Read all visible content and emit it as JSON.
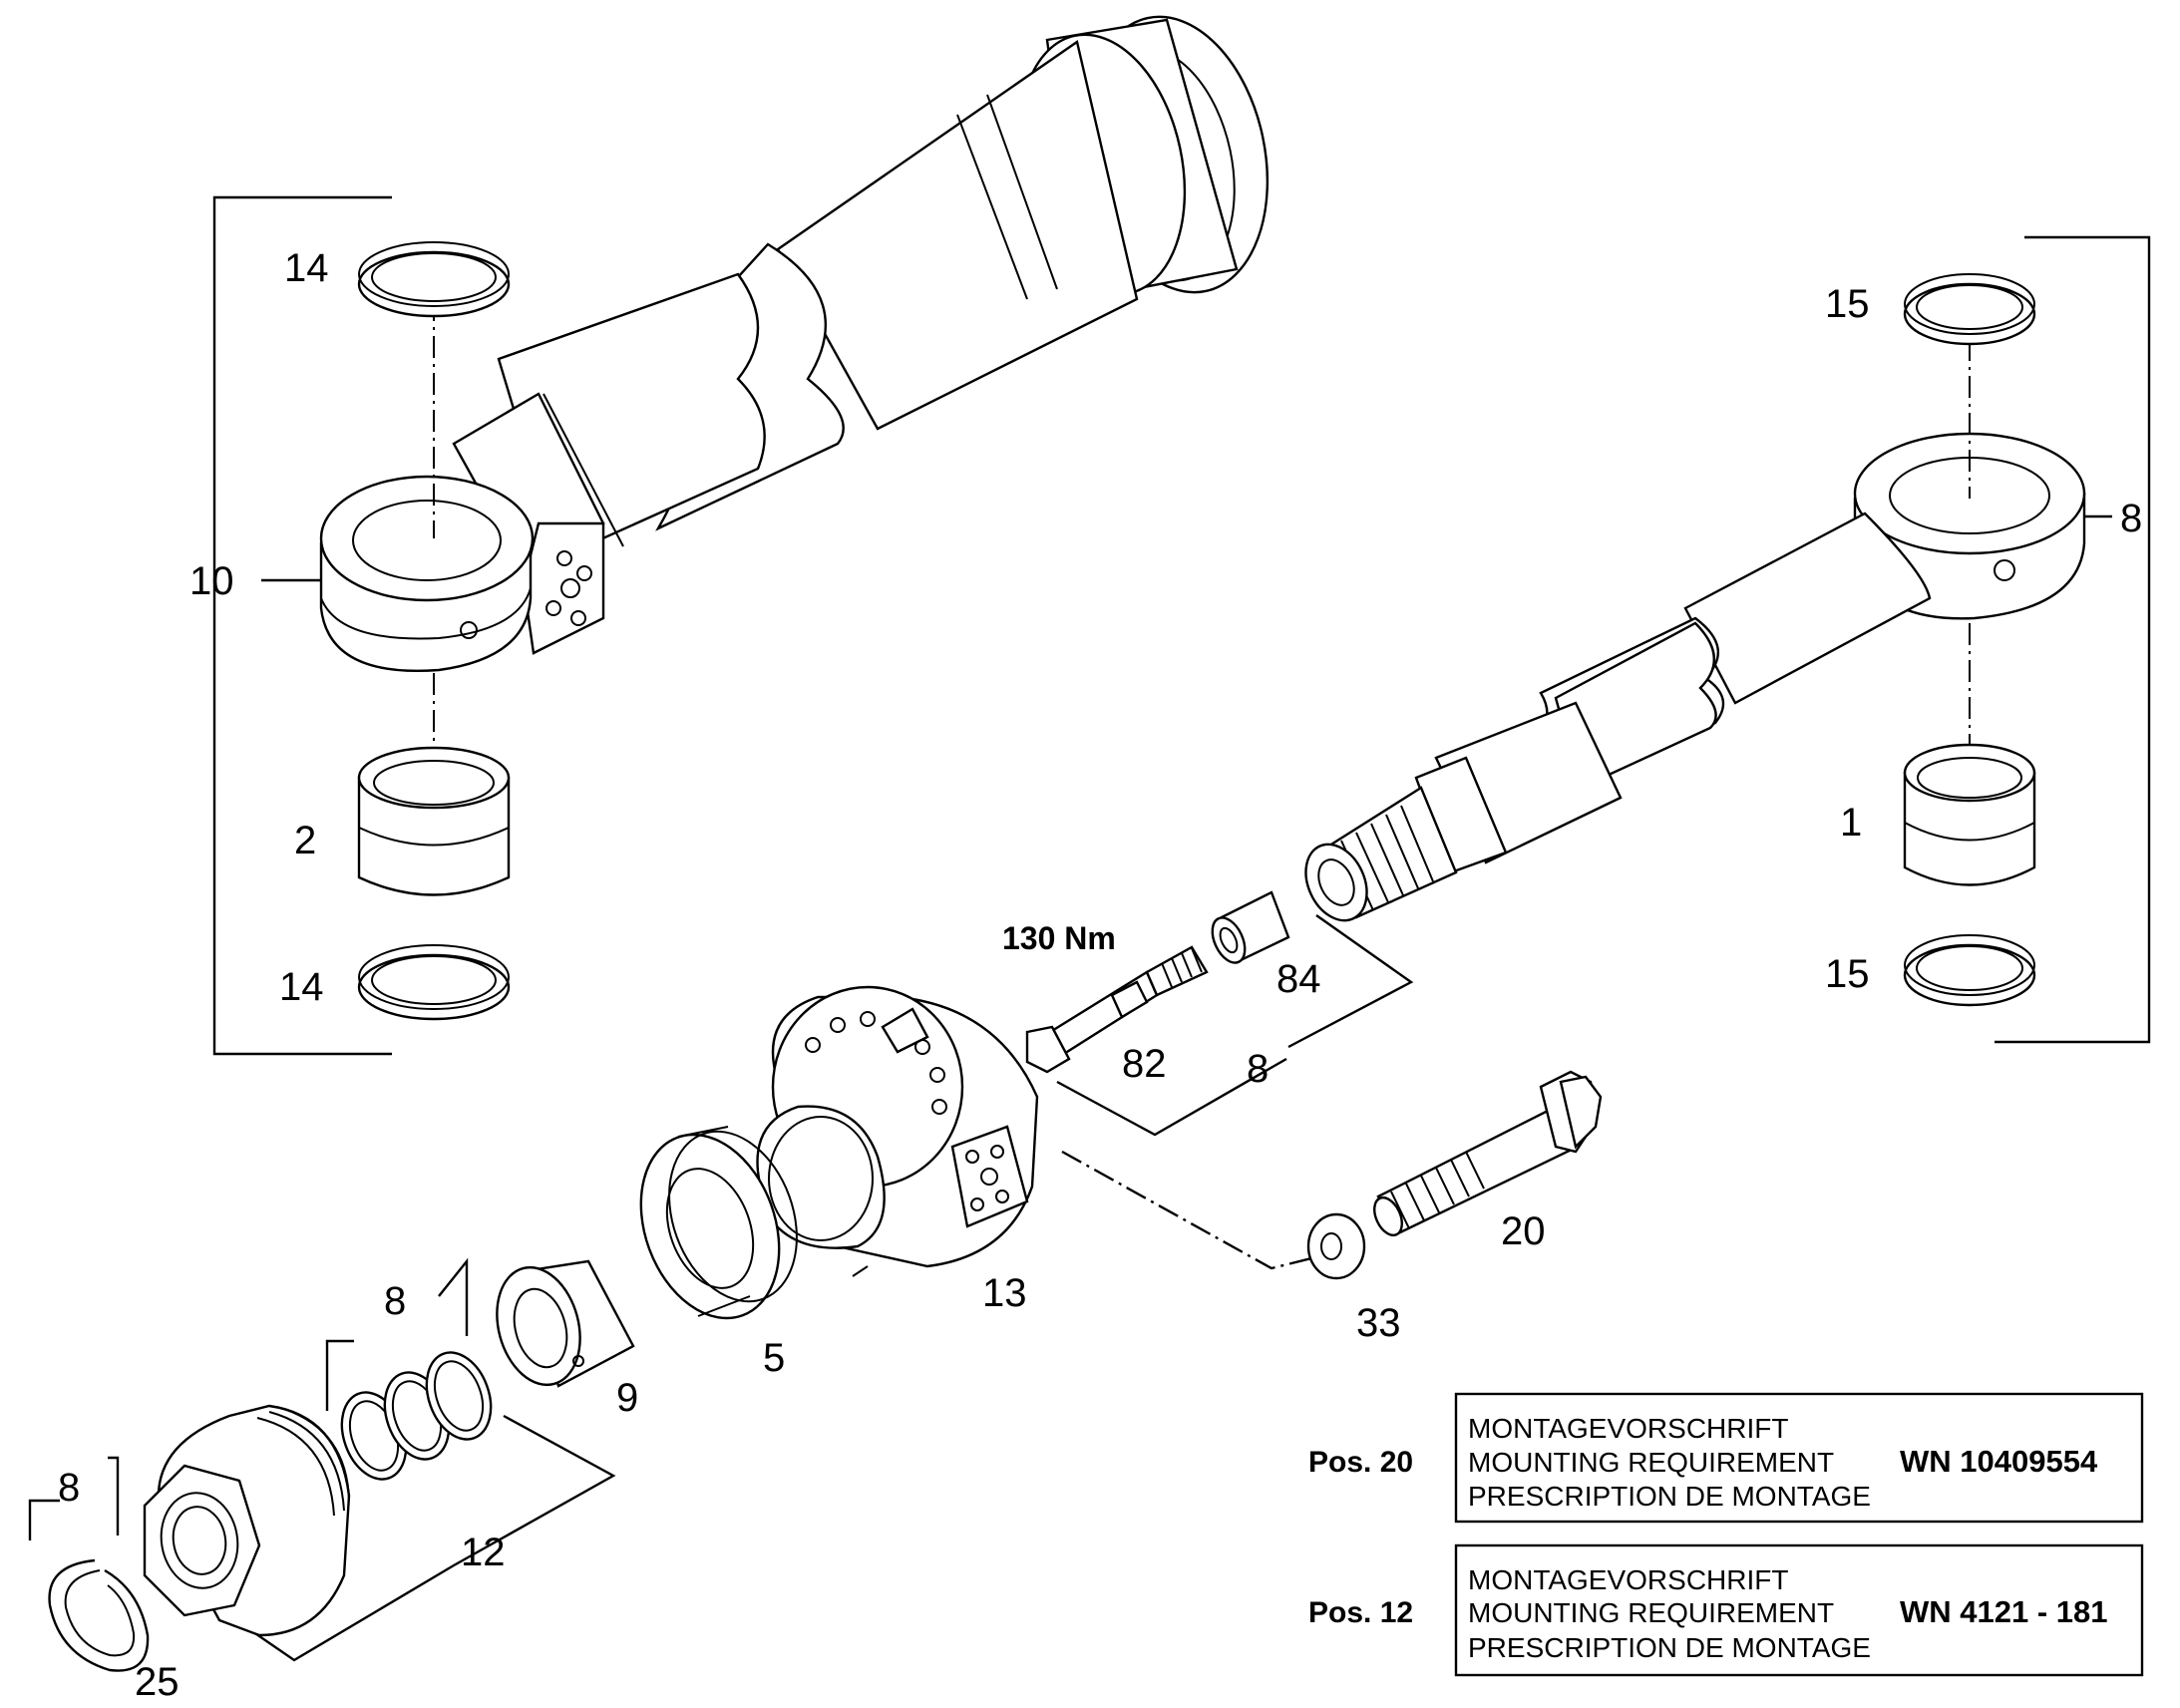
{
  "labels": {
    "p1": "1",
    "p2": "2",
    "p5": "5",
    "p8_right": "8",
    "p8_seals": "8",
    "p8_valve": "8",
    "p8_ring": "8",
    "p9": "9",
    "p10": "10",
    "p12": "12",
    "p13": "13",
    "p14_top": "14",
    "p14_bottom": "14",
    "p15_top": "15",
    "p15_bottom": "15",
    "p20": "20",
    "p25": "25",
    "p33": "33",
    "p82": "82",
    "p84": "84"
  },
  "torque": "130 Nm",
  "notes": [
    {
      "pos": "Pos. 20",
      "lines": [
        "MONTAGEVORSCHRIFT",
        "MOUNTING REQUIREMENT",
        "PRESCRIPTION DE MONTAGE"
      ],
      "wn": "WN 10409554"
    },
    {
      "pos": "Pos. 12",
      "lines": [
        "MONTAGEVORSCHRIFT",
        "MOUNTING REQUIREMENT",
        "PRESCRIPTION DE MONTAGE"
      ],
      "wn": "WN 4121 - 181"
    }
  ]
}
